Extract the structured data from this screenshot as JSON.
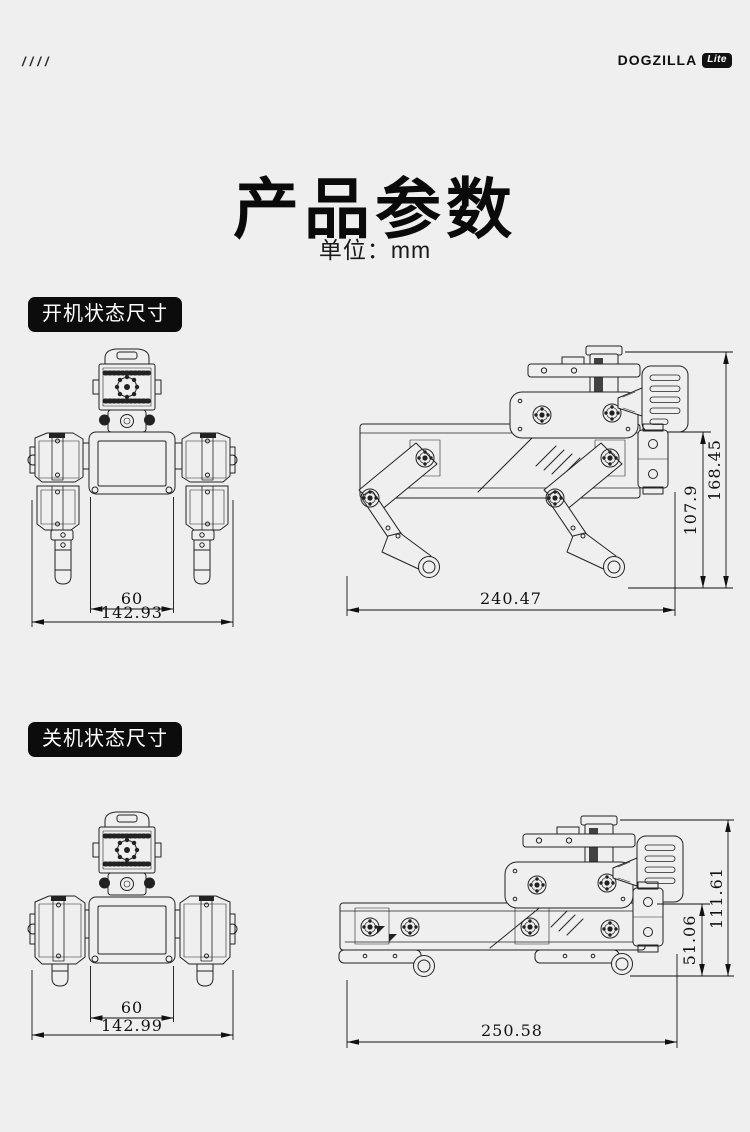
{
  "header": {
    "slashes": "////",
    "brand": "DOGZILLA",
    "badge": "Lite"
  },
  "title": "产品参数",
  "unit": "单位：mm",
  "sections": [
    {
      "label": "开机状态尺寸",
      "front": {
        "inner_width": "60",
        "overall_width": "142.93"
      },
      "side": {
        "overall_length": "240.47",
        "body_height": "107.9",
        "overall_height": "168.45"
      }
    },
    {
      "label": "关机状态尺寸",
      "front": {
        "inner_width": "60",
        "overall_width": "142.99"
      },
      "side": {
        "overall_length": "250.58",
        "body_height": "51.06",
        "overall_height": "111.61"
      }
    }
  ]
}
